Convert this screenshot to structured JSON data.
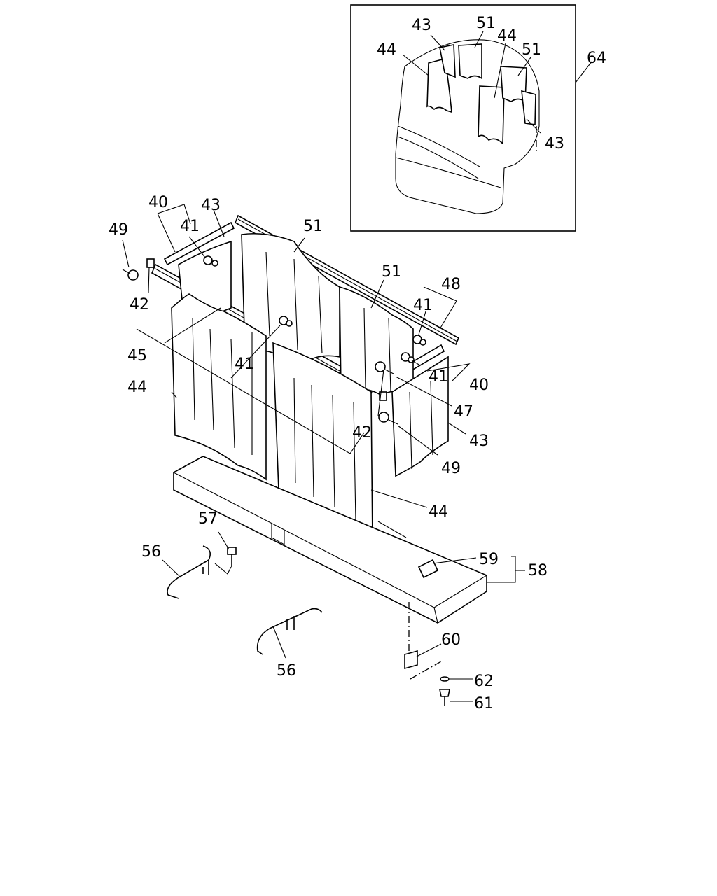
{
  "callouts": {
    "c40a": "40",
    "c40b": "40",
    "c41a": "41",
    "c41b": "41",
    "c41c": "41",
    "c41d": "41",
    "c42a": "42",
    "c42b": "42",
    "c43a": "43",
    "c43b": "43",
    "c44a": "44",
    "c44b": "44",
    "c45": "45",
    "c47": "47",
    "c48": "48",
    "c49a": "49",
    "c49b": "49",
    "c51a": "51",
    "c51b": "51",
    "c56a": "56",
    "c56b": "56",
    "c57": "57",
    "c58": "58",
    "c59": "59",
    "c60": "60",
    "c61": "61",
    "c62": "62"
  },
  "inset": {
    "c64": "64",
    "c43a": "43",
    "c43b": "43",
    "c44a": "44",
    "c44b": "44",
    "c51a": "51",
    "c51b": "51"
  }
}
